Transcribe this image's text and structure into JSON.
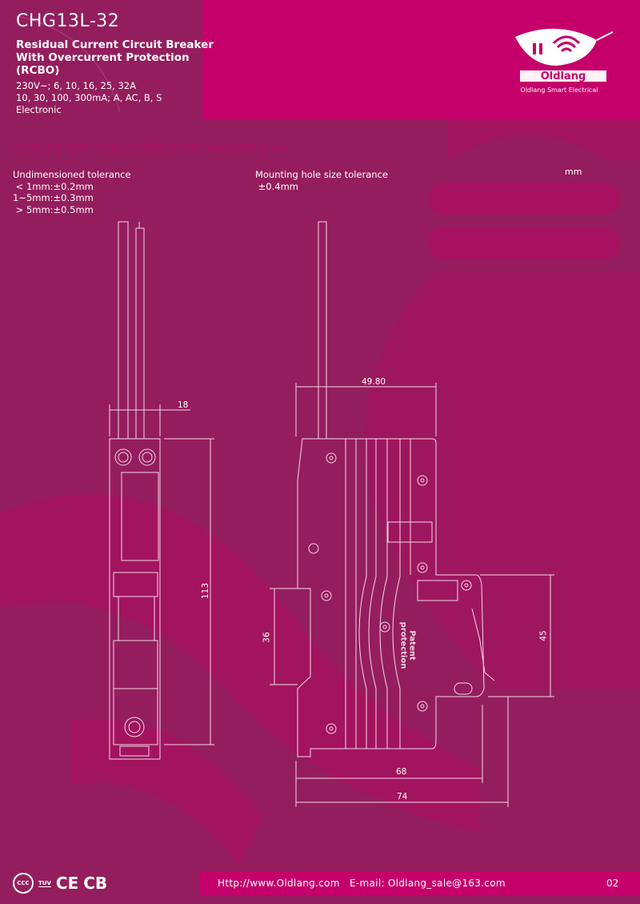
{
  "header": {
    "model": "CHG13L-32",
    "subtitle_lines": [
      "Residual Current Circuit Breaker",
      "With Overcurrent Protection",
      "(RCBO)"
    ],
    "spec_lines": [
      "230V~;  6, 10, 16, 25, 32A",
      "10, 30, 100, 300mA;  A, AC, B, S",
      "Electronic"
    ],
    "brand_name": "Oldlang",
    "brand_tagline": "Oldlang Smart Electrical"
  },
  "section_title": "OUTLINE SIZE AND CONNECTION DIAGRAM (mm)",
  "tolerance": {
    "title": "Undimensioned tolerance",
    "lines": [
      " < 1mm:±0.2mm",
      "1~5mm:±0.3mm",
      " > 5mm:±0.5mm"
    ]
  },
  "mounting": {
    "title": "Mounting hole size tolerance",
    "value": " ±0.4mm"
  },
  "unit": "mm",
  "dimensions": {
    "width_side": "18",
    "height": "113",
    "depth_top": "49.80",
    "rail": "36",
    "front": "45",
    "depth_mid": "68",
    "depth_total": "74"
  },
  "label_patent": [
    "Patent",
    "protection"
  ],
  "certifications": [
    "CCC",
    "TUV",
    "CE",
    "CB"
  ],
  "footer": {
    "contact": "Http://www.Oldlang.com   E-mail: Oldlang_sale@163.com",
    "page": "02"
  },
  "colors": {
    "background": "#941d5d",
    "accent": "#c5006b"
  }
}
